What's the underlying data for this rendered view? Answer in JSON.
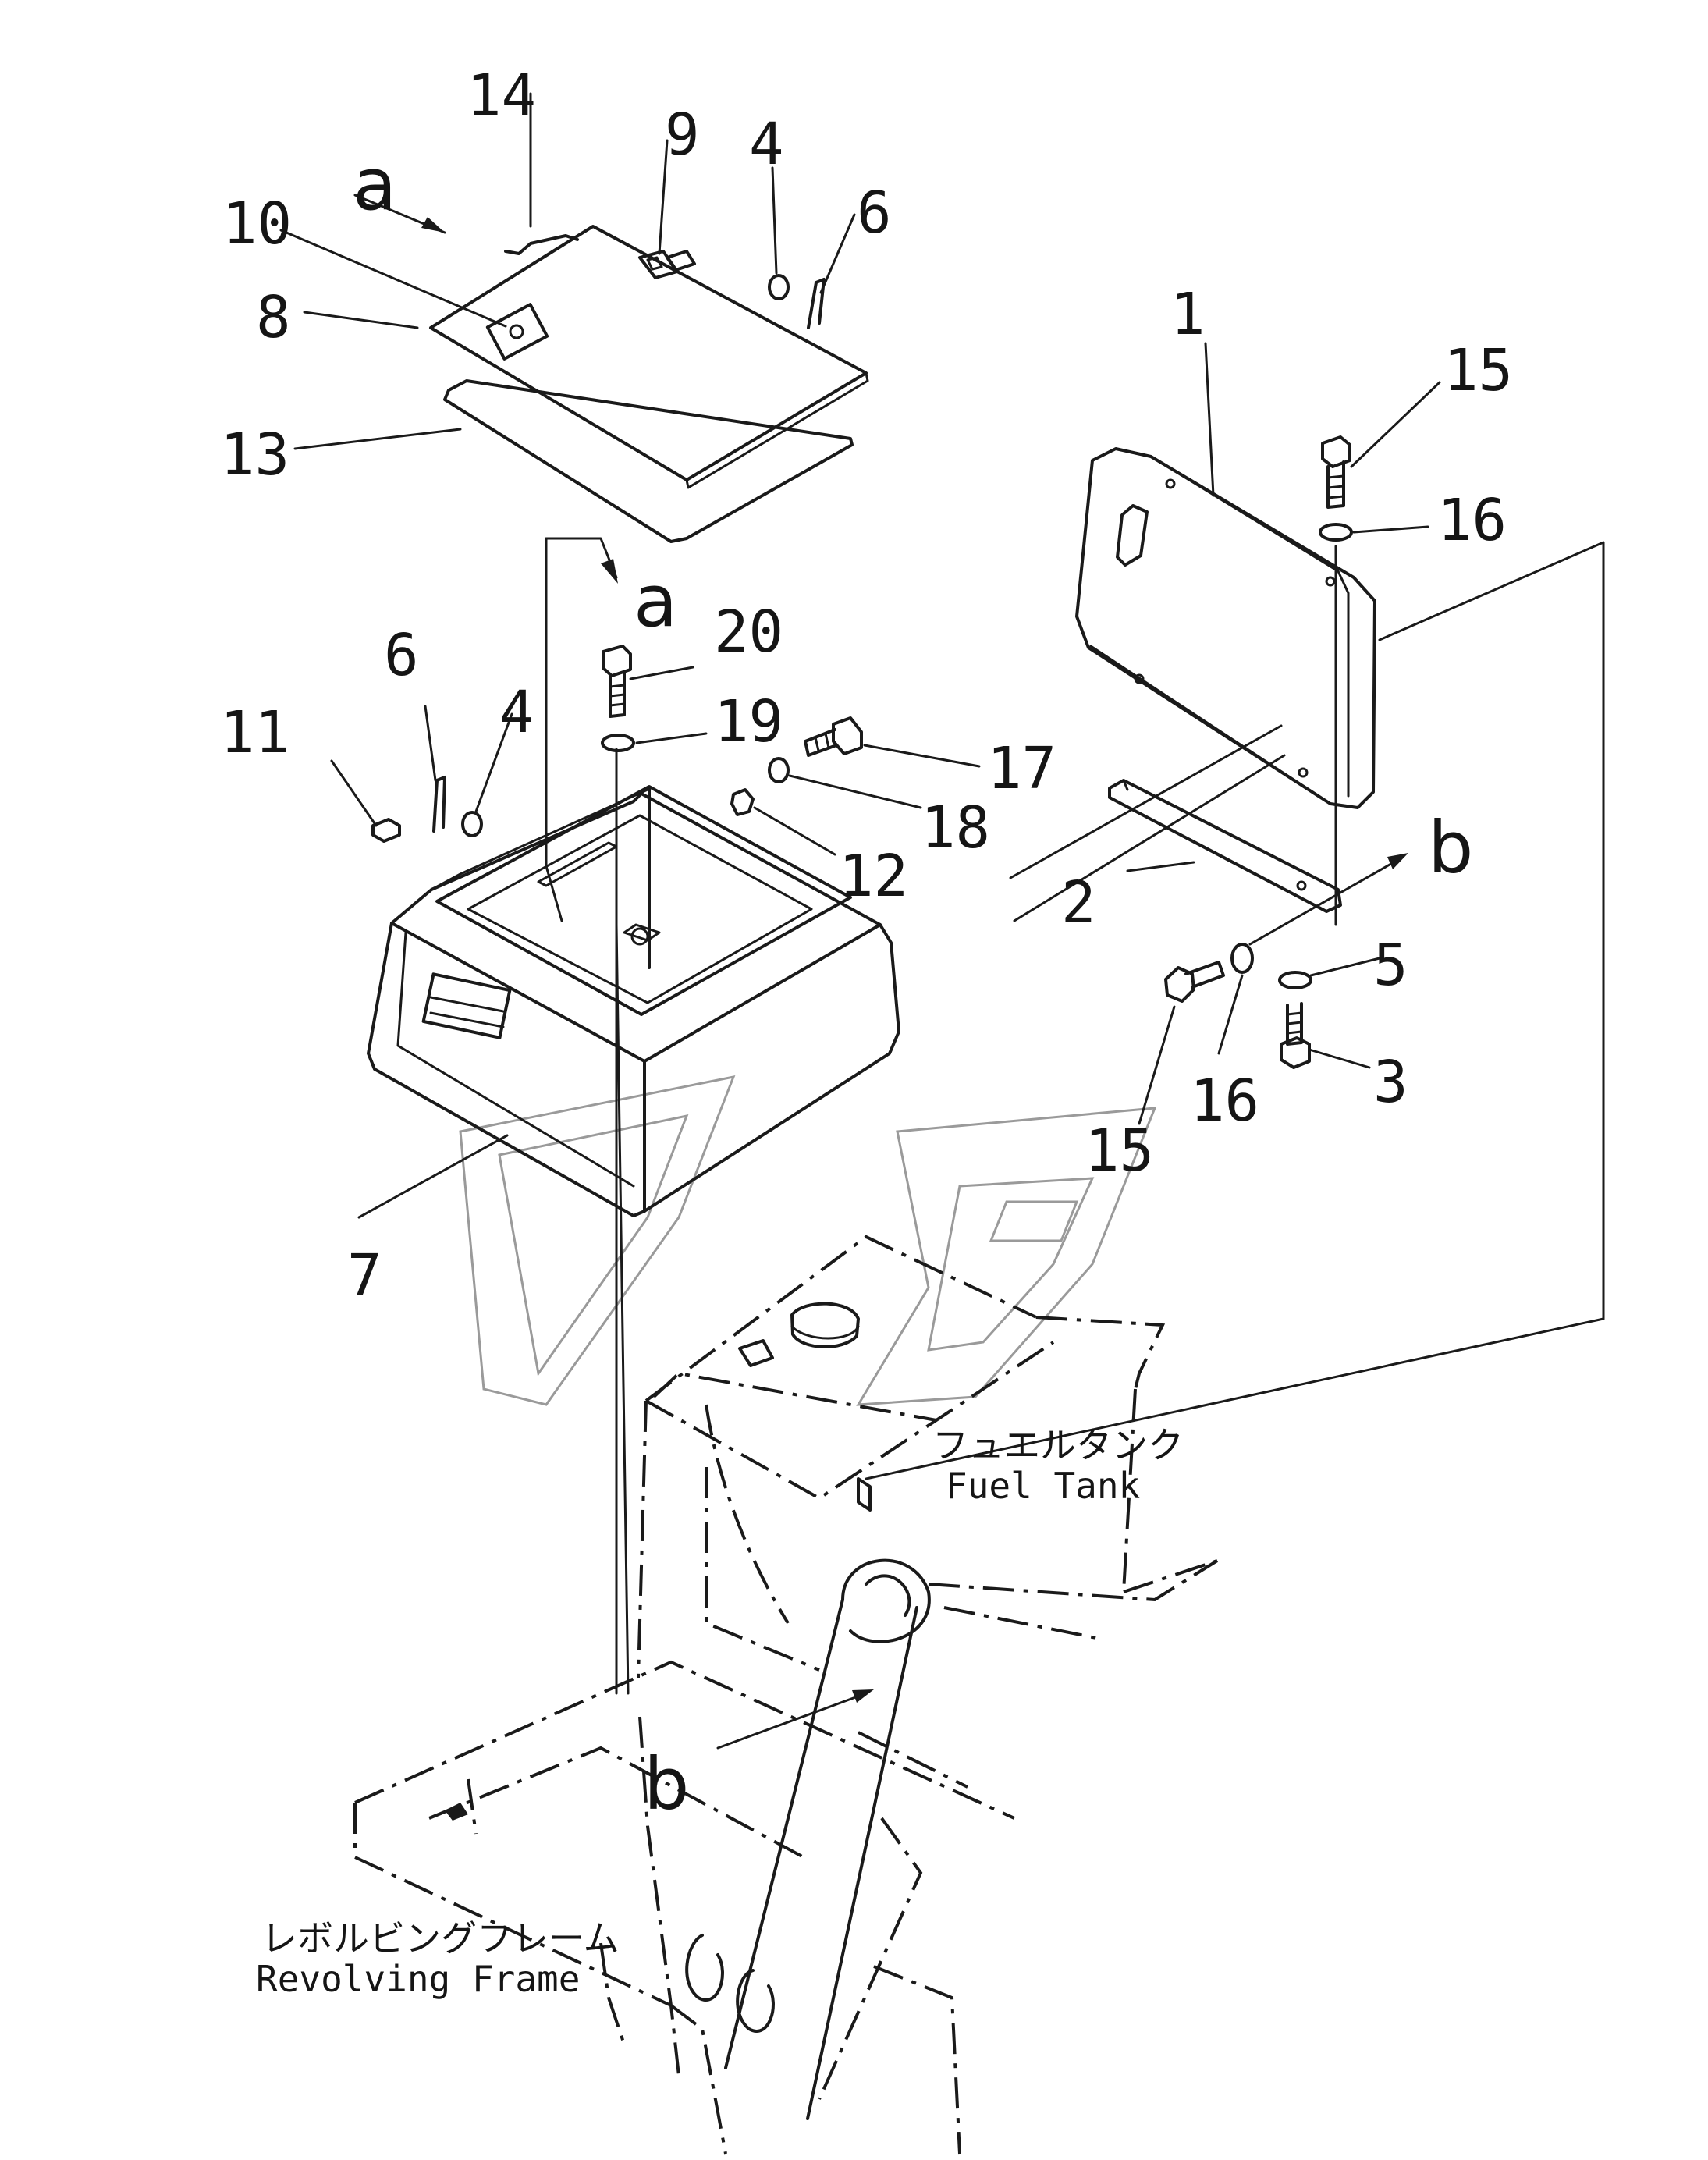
{
  "callouts": {
    "c1": "1",
    "c2": "2",
    "c3": "3",
    "c4_top": "4",
    "c4_left": "4",
    "c5": "5",
    "c6_top": "6",
    "c6_left": "6",
    "c7": "7",
    "c8": "8",
    "c9": "9",
    "c10": "10",
    "c11": "11",
    "c12": "12",
    "c13": "13",
    "c14": "14",
    "c15_top": "15",
    "c15_bottom": "15",
    "c16_top": "16",
    "c16_bottom": "16",
    "c17": "17",
    "c18": "18",
    "c19": "19",
    "c20": "20"
  },
  "view_markers": {
    "a_top": "a",
    "a_mid": "a",
    "b_right": "b",
    "b_bottom": "b"
  },
  "labels": {
    "fuel_tank_jp": "フュエルタンク",
    "fuel_tank_en": "Fuel Tank",
    "revolving_frame_jp": "レボルビングフレーム",
    "revolving_frame_en": "Revolving Frame"
  }
}
